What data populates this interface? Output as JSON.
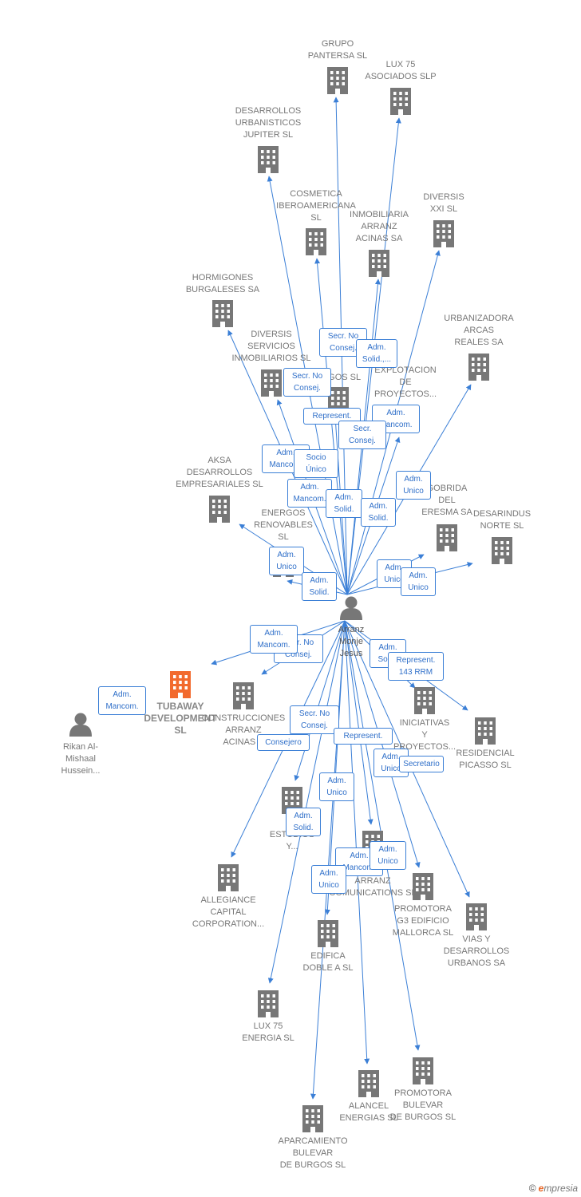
{
  "colors": {
    "edge": "#3b7fd6",
    "building": "#777777",
    "highlight": "#f26a2e",
    "person": "#777777"
  },
  "focus_person": {
    "name": "Arranz\nMonje\nJesus",
    "icon": "person-icon"
  },
  "companies": [
    {
      "id": "grupo-pantersa",
      "name": "GRUPO\nPANTERSA SL"
    },
    {
      "id": "lux75-asociados",
      "name": "LUX 75\nASOCIADOS SLP"
    },
    {
      "id": "desarrollos-jupiter",
      "name": "DESARROLLOS\nURBANISTICOS\nJUPITER SL"
    },
    {
      "id": "cosmetica",
      "name": "COSMETICA\nIBEROAMERICANA\nSL"
    },
    {
      "id": "inmobiliaria-arranz",
      "name": "INMOBILIARIA\nARRANZ\nACINAS SA"
    },
    {
      "id": "diversis-xxi",
      "name": "DIVERSIS\nXXI SL"
    },
    {
      "id": "hormigones",
      "name": "HORMIGONES\nBURGALESES SA"
    },
    {
      "id": "urbanizadora-arcas",
      "name": "URBANIZADORA\nARCAS\nREALES SA"
    },
    {
      "id": "diversis-servicios",
      "name": "DIVERSIS\nSERVICIOS\nINMOBILIARIOS SL"
    },
    {
      "id": "energos-sl",
      "name": "ERGOS SL"
    },
    {
      "id": "explotacion",
      "name": "EXPLOTACION\nDE\nPROYECTOS..."
    },
    {
      "id": "aksa",
      "name": "AKSA\nDESARROLLOS\nEMPRESARIALES SL"
    },
    {
      "id": "energos-renovables",
      "name": "ENERGOS\nRENOVABLES\nSL"
    },
    {
      "id": "gobrida",
      "name": "GOBRIDA\nDEL\nERESMA SA"
    },
    {
      "id": "desarindus",
      "name": "DESARINDUS\nNORTE SL"
    },
    {
      "id": "tubaway",
      "name": "TUBAWAY\nDEVELOPMENT\nSL"
    },
    {
      "id": "construcciones",
      "name": "CONSTRUCCIONES\nARRANZ\nACINAS S"
    },
    {
      "id": "iniciativas",
      "name": "INICIATIVAS\nY\nPROYECTOS..."
    },
    {
      "id": "residencial",
      "name": "RESIDENCIAL\nPICASSO SL"
    },
    {
      "id": "sl-estudios",
      "name": "SL\nESTUDIOS\nY..."
    },
    {
      "id": "arranz-com",
      "name": "ARRANZ\nCOMUNICATIONS SL"
    },
    {
      "id": "allegiance",
      "name": "ALLEGIANCE\nCAPITAL\nCORPORATION..."
    },
    {
      "id": "promotora-g3",
      "name": "PROMOTORA\nG3 EDIFICIO\nMALLORCA SL"
    },
    {
      "id": "vias",
      "name": "VIAS Y\nDESARROLLOS\nURBANOS SA"
    },
    {
      "id": "edifica",
      "name": "EDIFICA\nDOBLE A SL"
    },
    {
      "id": "lux75-energia",
      "name": "LUX 75\nENERGIA SL"
    },
    {
      "id": "alancel",
      "name": "ALANCEL\nENERGIAS SL"
    },
    {
      "id": "promotora-bulevar",
      "name": "PROMOTORA\nBULEVAR\nDE BURGOS SL"
    },
    {
      "id": "aparcamiento",
      "name": "APARCAMIENTO\nBULEVAR\nDE BURGOS SL"
    }
  ],
  "other_persons": [
    {
      "id": "rikan",
      "name": "Rikan Al-\nMishaal\nHussein..."
    }
  ],
  "relations": [
    "Secr. No\nConsej.",
    "Adm.\nSolid.,...",
    "Secr. No\nConsej.",
    "ERGOS SL",
    "Represent.",
    "Adm.\nMancom.",
    "Secr.\nConsej.",
    "Adm.\nMancom.",
    "Socio\nÚnico",
    "Adm.\nMancom.",
    "Adm.\nSolid.",
    "Adm.\nSolid.",
    "Adm.\nUnico",
    "Adm.\nUnico",
    "Adm.\nSolid.",
    "Adm.\nUnico",
    "Adm.\nUnico",
    "Adm.\nMancom.",
    "Secr. No\nConsej.",
    "Adm.\nSolid.",
    "Represent.\n143 RRM",
    "Adm.\nMancom.",
    "Secr. No\nConsej.",
    "Consejero",
    "Represent.",
    "Adm.\nUnico",
    "Secretario",
    "Adm.\nUnico",
    "Adm.\nSolid.",
    "Adm.\nMancom.",
    "Adm.\nUnico",
    "Adm.\nUnico"
  ],
  "brand": {
    "copyright": "©",
    "initial": "e",
    "name": "mpresia"
  }
}
